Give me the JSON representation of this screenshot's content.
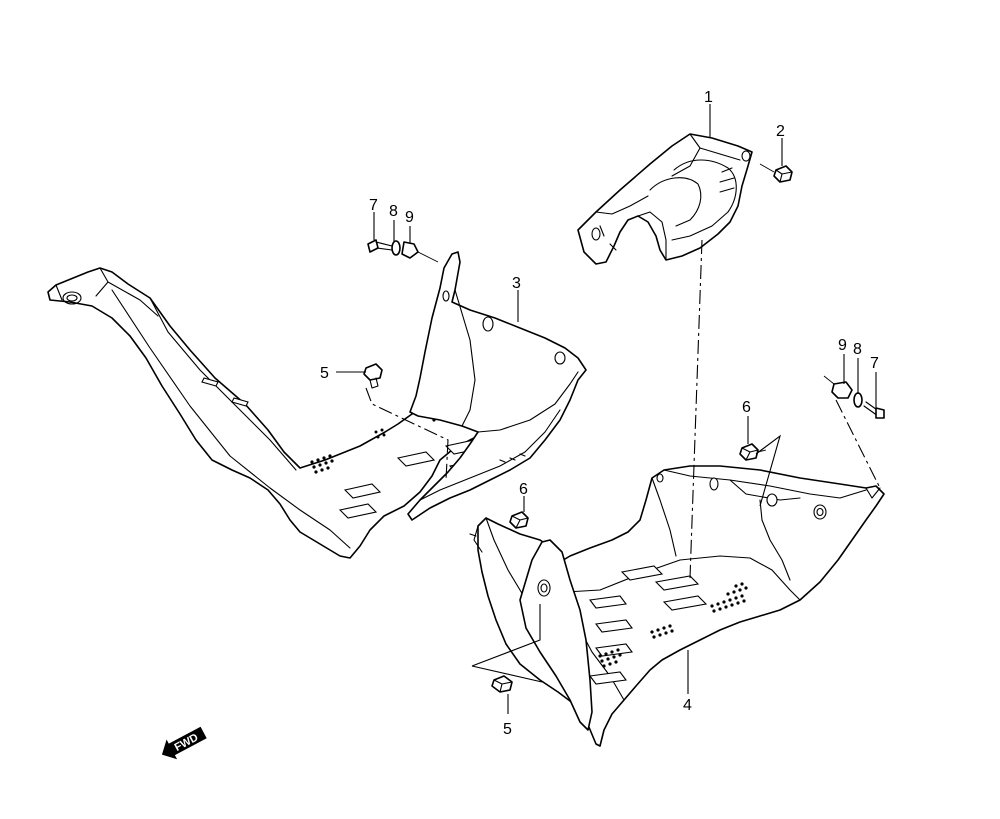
{
  "callouts": {
    "c1": "1",
    "c2": "2",
    "c3": "3",
    "c4": "4",
    "c5a": "5",
    "c5b": "5",
    "c6a": "6",
    "c6b": "6",
    "c7a": "7",
    "c7b": "7",
    "c8a": "8",
    "c8b": "8",
    "c9a": "9",
    "c9b": "9"
  },
  "fwd_label": "FWD"
}
